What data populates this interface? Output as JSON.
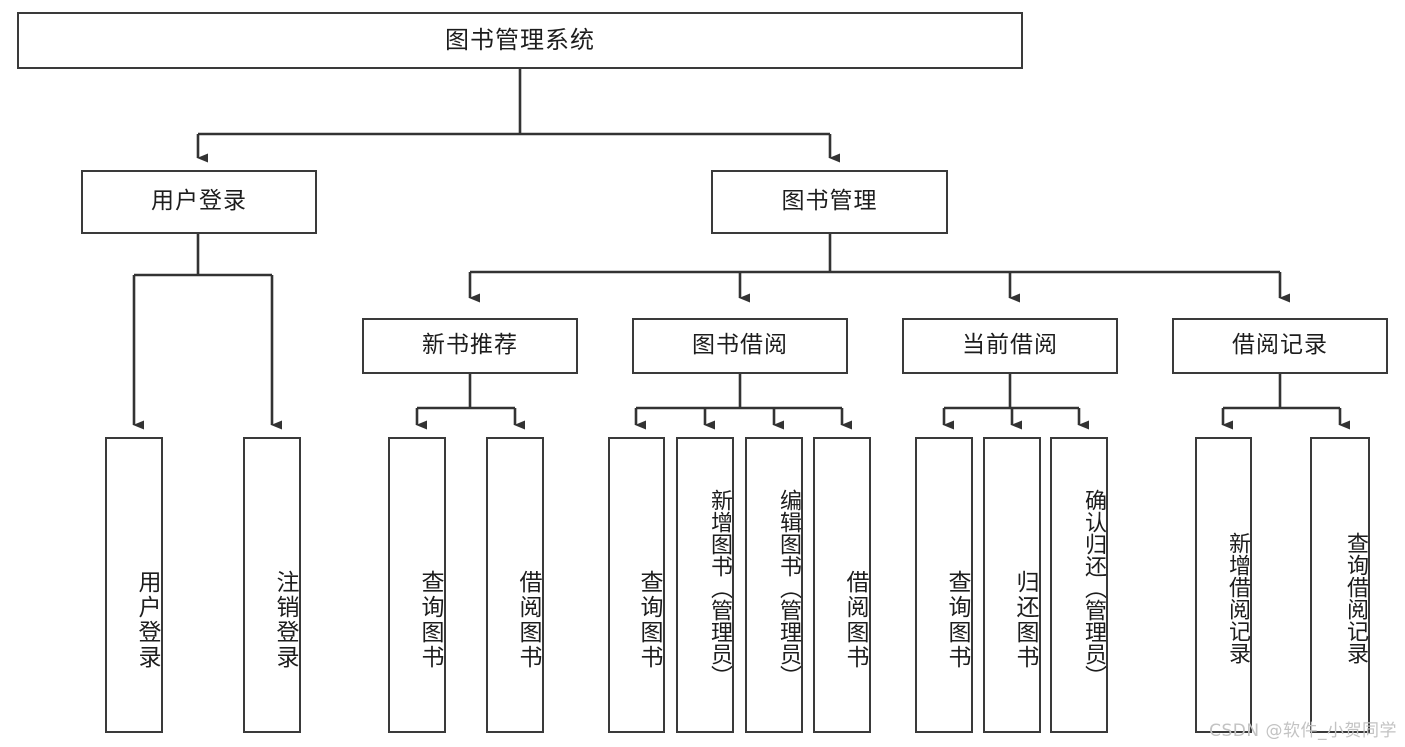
{
  "diagram": {
    "title": "图书管理系统",
    "type": "tree",
    "stroke_color": "#3a3a3a",
    "fill_color": "#ffffff",
    "text_color": "#1d1d1d",
    "watermark": "CSDN @软件_小贺同学"
  },
  "nodes": {
    "root": {
      "label": "图书管理系统"
    },
    "level2": [
      {
        "label": "用户登录"
      },
      {
        "label": "图书管理"
      }
    ],
    "level3": [
      {
        "label": "新书推荐"
      },
      {
        "label": "图书借阅"
      },
      {
        "label": "当前借阅"
      },
      {
        "label": "借阅记录"
      }
    ],
    "leaves": {
      "user_login": [
        {
          "label": "用户登录"
        },
        {
          "label": "注销登录"
        }
      ],
      "new_book_recommend": [
        {
          "label": "查询图书"
        },
        {
          "label": "借阅图书"
        }
      ],
      "book_borrow": [
        {
          "label": "查询图书"
        },
        {
          "label": "新增图书（管理员）"
        },
        {
          "label": "编辑图书（管理员）"
        },
        {
          "label": "借阅图书"
        }
      ],
      "current_borrow": [
        {
          "label": "查询图书"
        },
        {
          "label": "归还图书"
        },
        {
          "label": "确认归还（管理员）"
        }
      ],
      "borrow_record": [
        {
          "label": "新增借阅记录"
        },
        {
          "label": "查询借阅记录"
        }
      ]
    }
  }
}
